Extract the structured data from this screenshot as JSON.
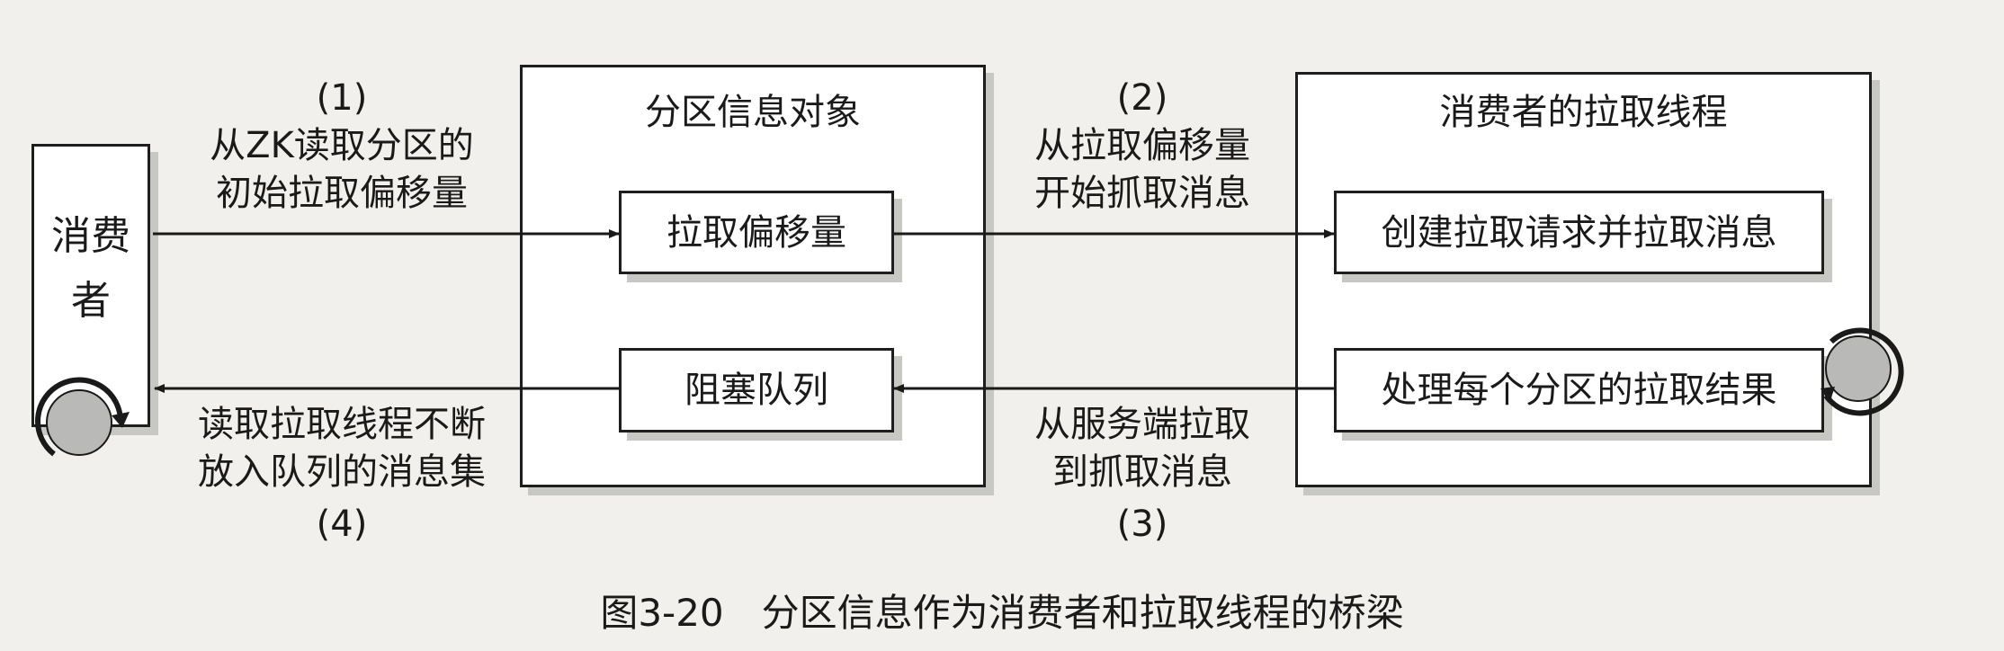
{
  "consumer": {
    "line1": "消费",
    "line2": "者"
  },
  "partition_info": {
    "title": "分区信息对象",
    "fetch_offset": "拉取偏移量",
    "blocking_queue": "阻塞队列"
  },
  "fetcher_thread": {
    "title": "消费者的拉取线程",
    "create_request": "创建拉取请求并拉取消息",
    "process_results": "处理每个分区的拉取结果"
  },
  "steps": {
    "step1": {
      "number": "(1)",
      "line1": "从ZK读取分区的",
      "line2": "初始拉取偏移量"
    },
    "step2": {
      "number": "(2)",
      "line1": "从拉取偏移量",
      "line2": "开始抓取消息"
    },
    "step3": {
      "number": "(3)",
      "line1": "从服务端拉取",
      "line2": "到抓取消息"
    },
    "step4": {
      "number": "(4)",
      "line1": "读取拉取线程不断",
      "line2": "放入队列的消息集"
    }
  },
  "caption": "图3-20　分区信息作为消费者和拉取线程的桥梁"
}
